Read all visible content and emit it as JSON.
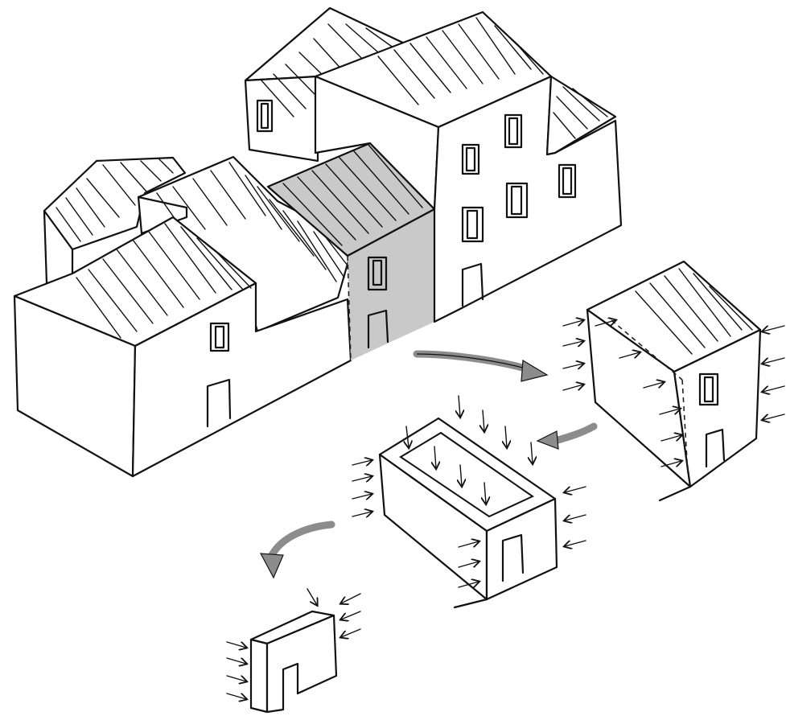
{
  "diagram": {
    "panels": [
      {
        "name": "terrace-street-block"
      },
      {
        "name": "extracted-house-unit",
        "highlighted": true
      },
      {
        "name": "open-box-enclosure"
      },
      {
        "name": "wall-frame-element"
      }
    ],
    "colors": {
      "ink": "#111111",
      "highlight_fill": "#c9c9c9",
      "flow_arrow_fill": "#8c8c8c",
      "paper": "#ffffff"
    },
    "icons": [
      "curved-flow-arrow",
      "load-arrow"
    ]
  }
}
